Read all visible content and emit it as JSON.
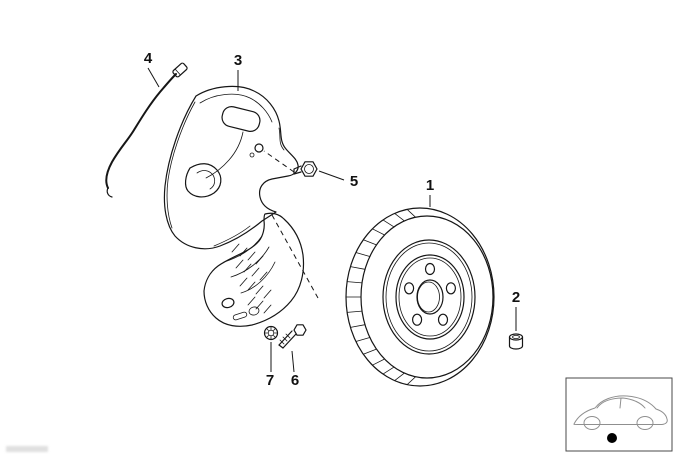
{
  "figure": {
    "kind": "exploded-parts-diagram",
    "background": "#ffffff",
    "line_color": "#161616",
    "inset_line_color": "#8f8f8f",
    "selection_dot_color": "#000000"
  },
  "callouts": {
    "disc": "1",
    "plug": "2",
    "shield": "3",
    "wire": "4",
    "bolt": "5",
    "screw": "6",
    "washer": "7"
  }
}
